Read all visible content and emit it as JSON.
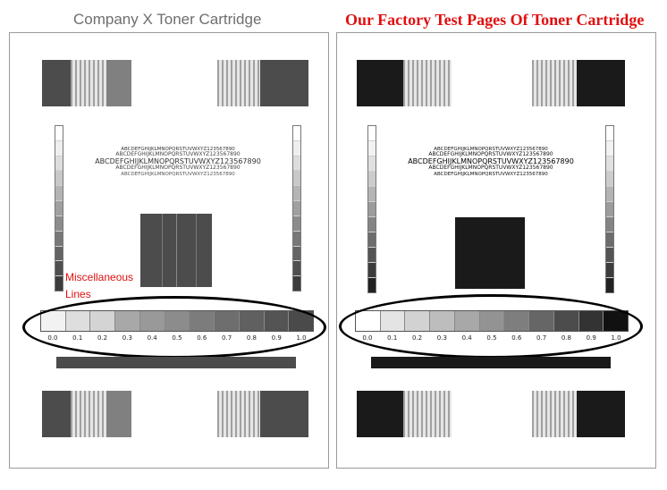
{
  "titles": {
    "left": "Company X Toner Cartridge",
    "right": "Our Factory Test Pages Of Toner Cartridge"
  },
  "sample_text": {
    "line1": "ABCDEFGHIJKLMNOPQRSTUVWXYZ123567890",
    "line2": "ABCDEFGHIJKLMNOPQRSTUVWXYZ123567890",
    "line3": "ABCDEFGHIJKLMNOPQRSTUVWXYZ123567890",
    "line4": "ABCDEFGHIJKLMNOPQRSTUVWXYZ123567890",
    "line5": "ABCDEFGHIJKLMNOPQRSTUVWXYZ123567890"
  },
  "grayscale_labels": [
    "0.0",
    "0.1",
    "0.2",
    "0.3",
    "0.4",
    "0.5",
    "0.6",
    "0.7",
    "0.8",
    "0.9",
    "1.0"
  ],
  "annotation": {
    "line1": "Miscellaneous",
    "line2": "Lines"
  },
  "colors": {
    "title_left": "#6e6e6e",
    "title_right": "#e01010",
    "annotation": "#e01010",
    "left_dark": "#4a4a4a",
    "right_dark": "#1a1a1a"
  }
}
